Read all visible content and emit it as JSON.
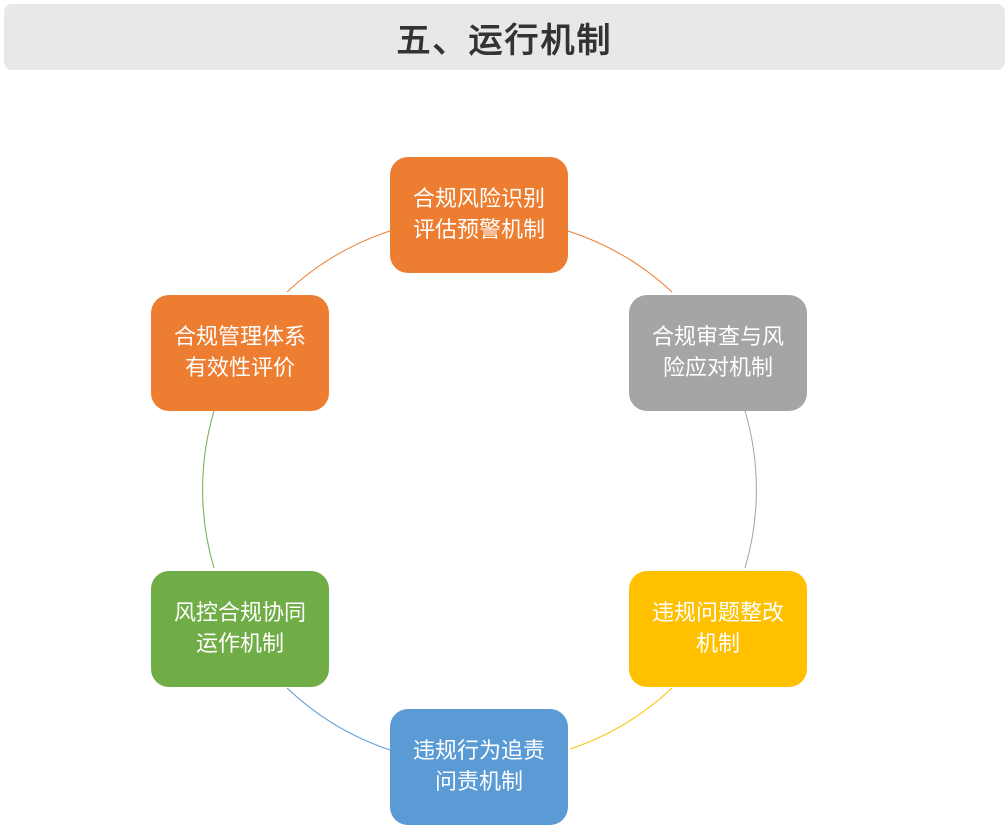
{
  "header": {
    "title": "五、运行机制"
  },
  "diagram": {
    "type": "cycle",
    "nodes": [
      {
        "id": "n1",
        "label": "合规风险识别\n评估预警机制",
        "color": "#ED7D31"
      },
      {
        "id": "n2",
        "label": "合规审查与风\n险应对机制",
        "color": "#A5A5A5"
      },
      {
        "id": "n3",
        "label": "违规问题整改\n机制",
        "color": "#FFC000"
      },
      {
        "id": "n4",
        "label": "违规行为追责\n问责机制",
        "color": "#5B9BD5"
      },
      {
        "id": "n5",
        "label": "风控合规协同\n运作机制",
        "color": "#70AD47"
      },
      {
        "id": "n6",
        "label": "合规管理体系\n有效性评价",
        "color": "#ED7D31"
      }
    ],
    "connector_colors": [
      "#ED7D31",
      "#A5A5A5",
      "#FFC000",
      "#5B9BD5",
      "#70AD47",
      "#ED7D31"
    ]
  }
}
